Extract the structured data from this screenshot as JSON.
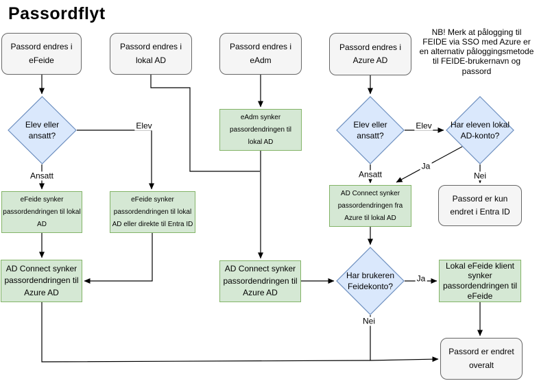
{
  "title": "Passordflyt",
  "note": "NB! Merk at pålogging til\nFEIDE via SSO med Azure er\nen alternativ påloggingsmetode\ntil FEIDE-brukernavn og\npassord",
  "colors": {
    "process_fill": "#d5e8d4",
    "process_stroke": "#82b366",
    "decision_fill": "#dae8fc",
    "decision_stroke": "#6c8ebf",
    "terminal_fill": "#f5f5f5",
    "terminal_stroke": "#666666",
    "edge": "#000000",
    "text": "#000000",
    "background": "#ffffff"
  },
  "nodes": {
    "start_efeide": {
      "type": "start",
      "label": "Passord endres i\neFeide"
    },
    "start_lokal_ad": {
      "type": "start",
      "label": "Passord endres i\nlokal AD"
    },
    "start_eadm": {
      "type": "start",
      "label": "Passord endres i\neAdm"
    },
    "start_azure_ad": {
      "type": "start",
      "label": "Passord endres i\nAzure AD"
    },
    "decision_elev_ansatt_1": {
      "type": "decision",
      "label": "Elev eller\nansatt?"
    },
    "decision_elev_ansatt_2": {
      "type": "decision",
      "label": "Elev eller\nansatt?"
    },
    "decision_lokal_ad_konto": {
      "type": "decision",
      "label": "Har eleven lokal\nAD-konto?"
    },
    "decision_feidekonto": {
      "type": "decision",
      "label": "Har brukeren\nFeidekonto?"
    },
    "proc_efeide_lokal_ad": {
      "type": "process",
      "label": "eFeide synker\npassordendringen til lokal\nAD"
    },
    "proc_efeide_entra": {
      "type": "process",
      "label": "eFeide synker\npassordendringen til lokal\nAD eller direkte til Entra ID"
    },
    "proc_eadm": {
      "type": "process",
      "label": "eAdm synker\npassordendringen til\nlokal AD"
    },
    "proc_adconnect_left": {
      "type": "process",
      "label": "AD Connect synker\npassordendringen til\nAzure AD"
    },
    "proc_adconnect_mid": {
      "type": "process",
      "label": "AD Connect synker\npassordendringen til\nAzure AD"
    },
    "proc_adconnect_fra_azure": {
      "type": "process",
      "label": "AD Connect synker\npassordendringen fra\nAzure til lokal AD"
    },
    "proc_lokal_efeide_klient": {
      "type": "process",
      "label": "Lokal eFeide klient\nsynker\npassordendringen til\neFeide"
    },
    "end_entra": {
      "type": "end",
      "label": "Passord er kun\nendret i Entra ID"
    },
    "end_overalt": {
      "type": "end",
      "label": "Passord er endret\noveralt"
    }
  },
  "edge_labels": {
    "d1_elev": "Elev",
    "d1_ansatt": "Ansatt",
    "d2_elev": "Elev",
    "d2_ansatt": "Ansatt",
    "d3_ja": "Ja",
    "d3_nei": "Nei",
    "d4_ja": "Ja",
    "d4_nei": "Nei"
  }
}
